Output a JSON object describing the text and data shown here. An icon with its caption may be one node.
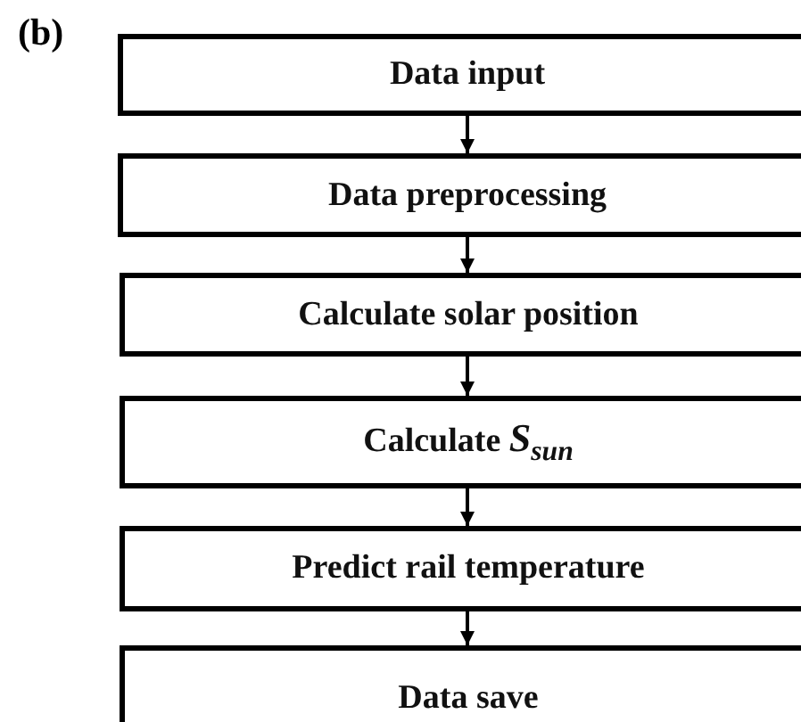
{
  "diagram": {
    "nodes": [
      {
        "text": [
          "Data input"
        ]
      },
      {
        "text": [
          "Data preprocessing"
        ]
      },
      {
        "text": [
          "Calculate solar position"
        ]
      },
      {
        "text": [
          "Calculate *S*$_{sun}$"
        ]
      },
      {
        "text": [
          "Predict rail temperature"
        ]
      },
      {
        "text": [
          "Data save"
        ]
      }
    ],
    "edges": [
      {
        "from": 0,
        "to": 1,
        "arrow": "to"
      },
      {
        "from": 1,
        "to": 2,
        "arrow": "to"
      },
      {
        "from": 2,
        "to": 3,
        "arrow": "to"
      },
      {
        "from": 3,
        "to": 4,
        "arrow": "to"
      },
      {
        "from": 4,
        "to": 5,
        "arrow": "to"
      }
    ],
    "labels": [
      "(b)"
    ]
  }
}
